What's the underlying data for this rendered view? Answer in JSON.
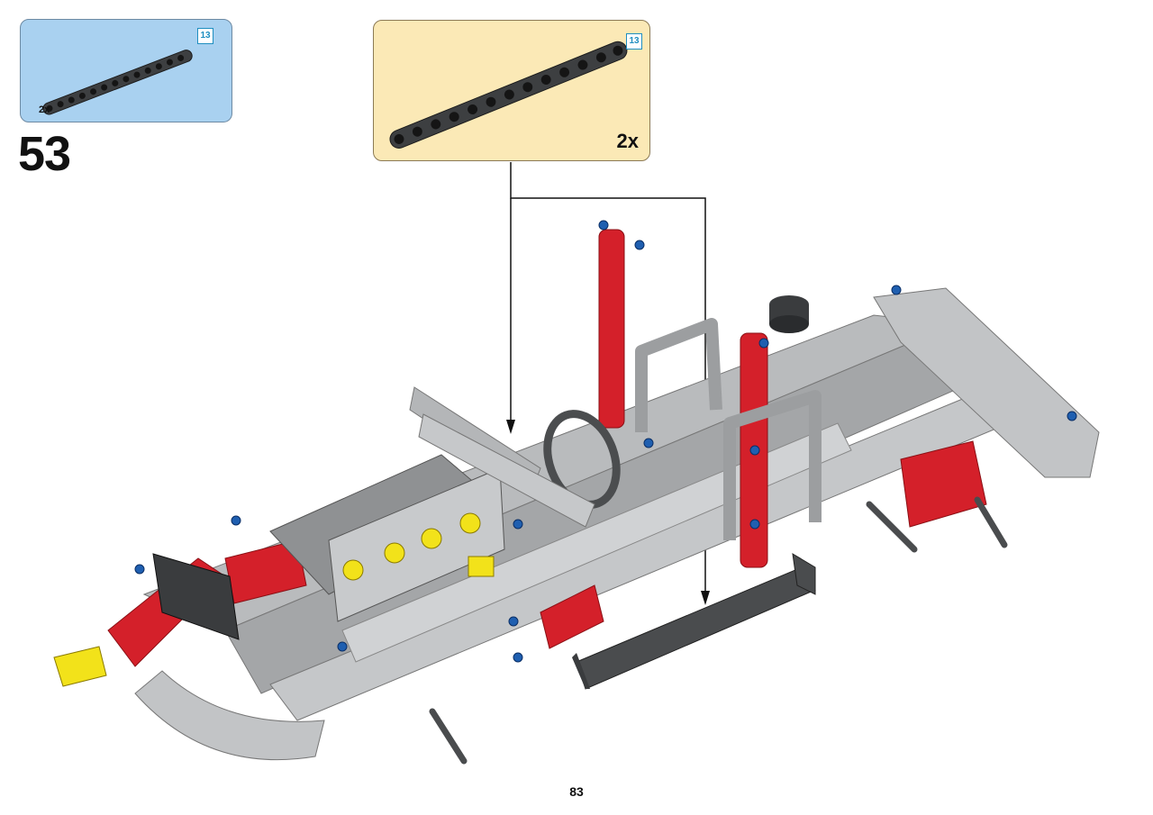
{
  "parts_list": {
    "quantity": "2x",
    "part_length": "13"
  },
  "callout": {
    "quantity": "2x",
    "part_length": "13"
  },
  "step_number": "53",
  "page_number": "83"
}
